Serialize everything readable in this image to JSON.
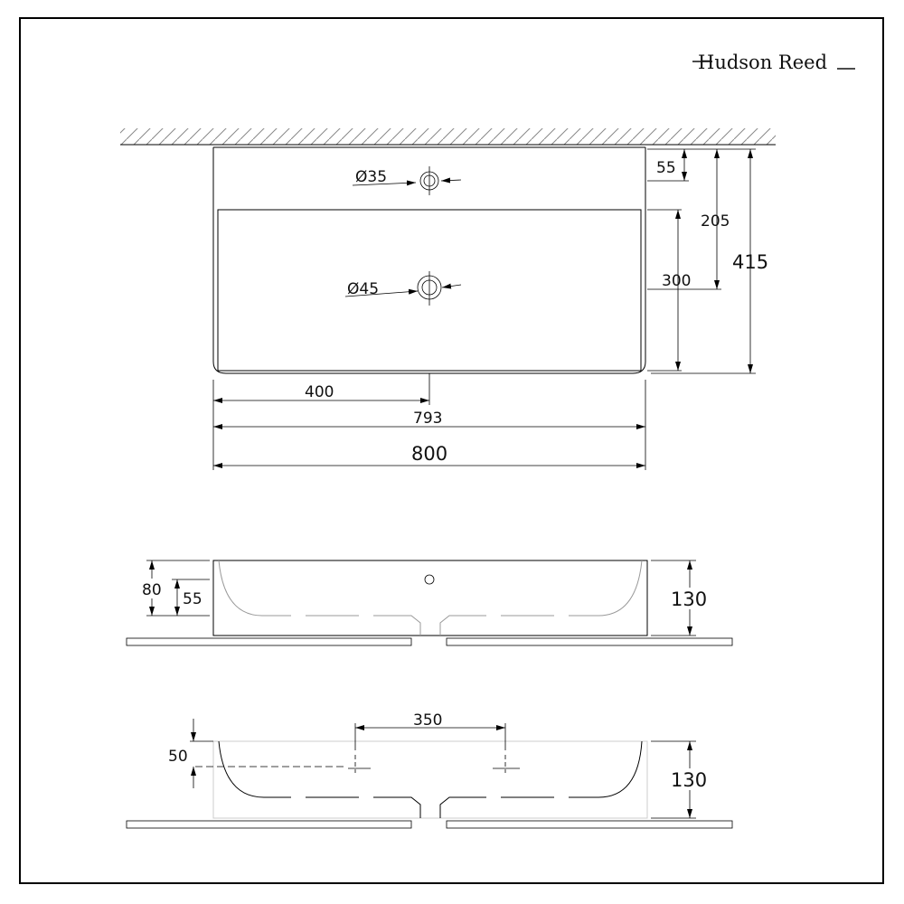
{
  "brand": {
    "name": "Hudson Reed"
  },
  "top_view": {
    "tap_hole": "Ø35",
    "waste_hole": "Ø45",
    "dim_55": "55",
    "dim_205": "205",
    "dim_300": "300",
    "dim_415": "415",
    "dim_400": "400",
    "dim_793": "793",
    "dim_800": "800"
  },
  "front_view": {
    "dim_80": "80",
    "dim_55": "55",
    "dim_130": "130"
  },
  "section_view": {
    "dim_350": "350",
    "dim_50": "50",
    "dim_130": "130"
  }
}
